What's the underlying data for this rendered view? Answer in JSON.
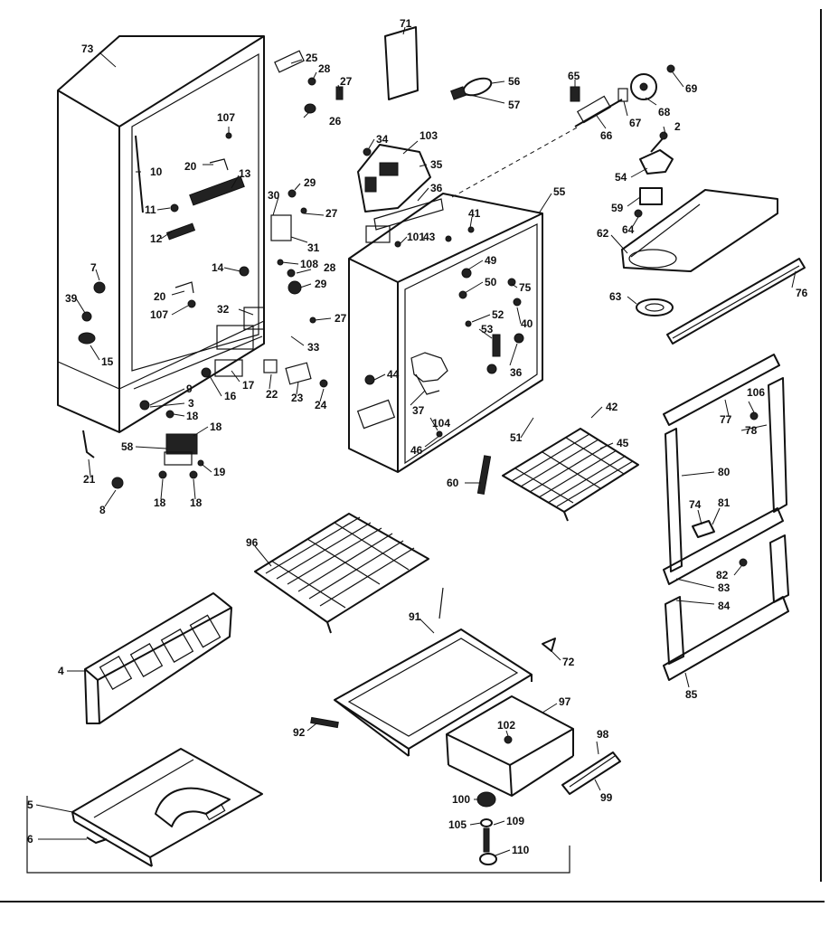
{
  "labels": [
    {
      "id": "l73",
      "text": "73"
    },
    {
      "id": "l25",
      "text": "25"
    },
    {
      "id": "l28a",
      "text": "28"
    },
    {
      "id": "l27a",
      "text": "27"
    },
    {
      "id": "l26",
      "text": "26"
    },
    {
      "id": "l107a",
      "text": "107"
    },
    {
      "id": "l20a",
      "text": "20"
    },
    {
      "id": "l13",
      "text": "13"
    },
    {
      "id": "l10",
      "text": "10"
    },
    {
      "id": "l11",
      "text": "11"
    },
    {
      "id": "l12",
      "text": "12"
    },
    {
      "id": "l29a",
      "text": "29"
    },
    {
      "id": "l30",
      "text": "30"
    },
    {
      "id": "l27b",
      "text": "27"
    },
    {
      "id": "l31",
      "text": "31"
    },
    {
      "id": "l108",
      "text": "108"
    },
    {
      "id": "l14",
      "text": "14"
    },
    {
      "id": "l28b",
      "text": "28"
    },
    {
      "id": "l29b",
      "text": "29"
    },
    {
      "id": "l7",
      "text": "7"
    },
    {
      "id": "l20b",
      "text": "20"
    },
    {
      "id": "l39",
      "text": "39"
    },
    {
      "id": "l107b",
      "text": "107"
    },
    {
      "id": "l32",
      "text": "32"
    },
    {
      "id": "l27c",
      "text": "27"
    },
    {
      "id": "l15",
      "text": "15"
    },
    {
      "id": "l33",
      "text": "33"
    },
    {
      "id": "l9",
      "text": "9"
    },
    {
      "id": "l16a",
      "text": "16"
    },
    {
      "id": "l17",
      "text": "17"
    },
    {
      "id": "l22",
      "text": "22"
    },
    {
      "id": "l23",
      "text": "23"
    },
    {
      "id": "l24",
      "text": "24"
    },
    {
      "id": "l3",
      "text": "3"
    },
    {
      "id": "l18a",
      "text": "18"
    },
    {
      "id": "l18b",
      "text": "18"
    },
    {
      "id": "l58",
      "text": "58"
    },
    {
      "id": "l19",
      "text": "19"
    },
    {
      "id": "l21",
      "text": "21"
    },
    {
      "id": "l18c",
      "text": "18"
    },
    {
      "id": "l18d",
      "text": "18"
    },
    {
      "id": "l8",
      "text": "8"
    },
    {
      "id": "l71",
      "text": "71"
    },
    {
      "id": "l56",
      "text": "56"
    },
    {
      "id": "l57",
      "text": "57"
    },
    {
      "id": "l34",
      "text": "34"
    },
    {
      "id": "l103",
      "text": "103"
    },
    {
      "id": "l35",
      "text": "35"
    },
    {
      "id": "l36a",
      "text": "36"
    },
    {
      "id": "l55",
      "text": "55"
    },
    {
      "id": "l41",
      "text": "41"
    },
    {
      "id": "l101",
      "text": "101"
    },
    {
      "id": "l43",
      "text": "43"
    },
    {
      "id": "l49",
      "text": "49"
    },
    {
      "id": "l50",
      "text": "50"
    },
    {
      "id": "l75",
      "text": "75"
    },
    {
      "id": "l52",
      "text": "52"
    },
    {
      "id": "l40",
      "text": "40"
    },
    {
      "id": "l53",
      "text": "53"
    },
    {
      "id": "l36b",
      "text": "36"
    },
    {
      "id": "l44",
      "text": "44"
    },
    {
      "id": "l37",
      "text": "37"
    },
    {
      "id": "l104",
      "text": "104"
    },
    {
      "id": "l46",
      "text": "46"
    },
    {
      "id": "l65",
      "text": "65"
    },
    {
      "id": "l69",
      "text": "69"
    },
    {
      "id": "l67",
      "text": "67"
    },
    {
      "id": "l68",
      "text": "68"
    },
    {
      "id": "l66",
      "text": "66"
    },
    {
      "id": "l2",
      "text": "2"
    },
    {
      "id": "l54",
      "text": "54"
    },
    {
      "id": "l59",
      "text": "59"
    },
    {
      "id": "l64",
      "text": "64"
    },
    {
      "id": "l62",
      "text": "62"
    },
    {
      "id": "l63",
      "text": "63"
    },
    {
      "id": "l76",
      "text": "76"
    },
    {
      "id": "l42",
      "text": "42"
    },
    {
      "id": "l51",
      "text": "51"
    },
    {
      "id": "l45",
      "text": "45"
    },
    {
      "id": "l60",
      "text": "60"
    },
    {
      "id": "l106",
      "text": "106"
    },
    {
      "id": "l77",
      "text": "77"
    },
    {
      "id": "l78",
      "text": "78"
    },
    {
      "id": "l80",
      "text": "80"
    },
    {
      "id": "l74",
      "text": "74"
    },
    {
      "id": "l81",
      "text": "81"
    },
    {
      "id": "l82a",
      "text": "82"
    },
    {
      "id": "l83",
      "text": "83"
    },
    {
      "id": "l84",
      "text": "84"
    },
    {
      "id": "l85",
      "text": "85"
    },
    {
      "id": "l96",
      "text": "96"
    },
    {
      "id": "l4",
      "text": "4"
    },
    {
      "id": "l91",
      "text": "91"
    },
    {
      "id": "l72",
      "text": "72"
    },
    {
      "id": "l97",
      "text": "97"
    },
    {
      "id": "l92",
      "text": "92"
    },
    {
      "id": "l102",
      "text": "102"
    },
    {
      "id": "l98",
      "text": "98"
    },
    {
      "id": "l99",
      "text": "99"
    },
    {
      "id": "l100",
      "text": "100"
    },
    {
      "id": "l105",
      "text": "105"
    },
    {
      "id": "l109",
      "text": "109"
    },
    {
      "id": "l110",
      "text": "110"
    },
    {
      "id": "l5",
      "text": "5"
    },
    {
      "id": "l6",
      "text": "6"
    }
  ]
}
